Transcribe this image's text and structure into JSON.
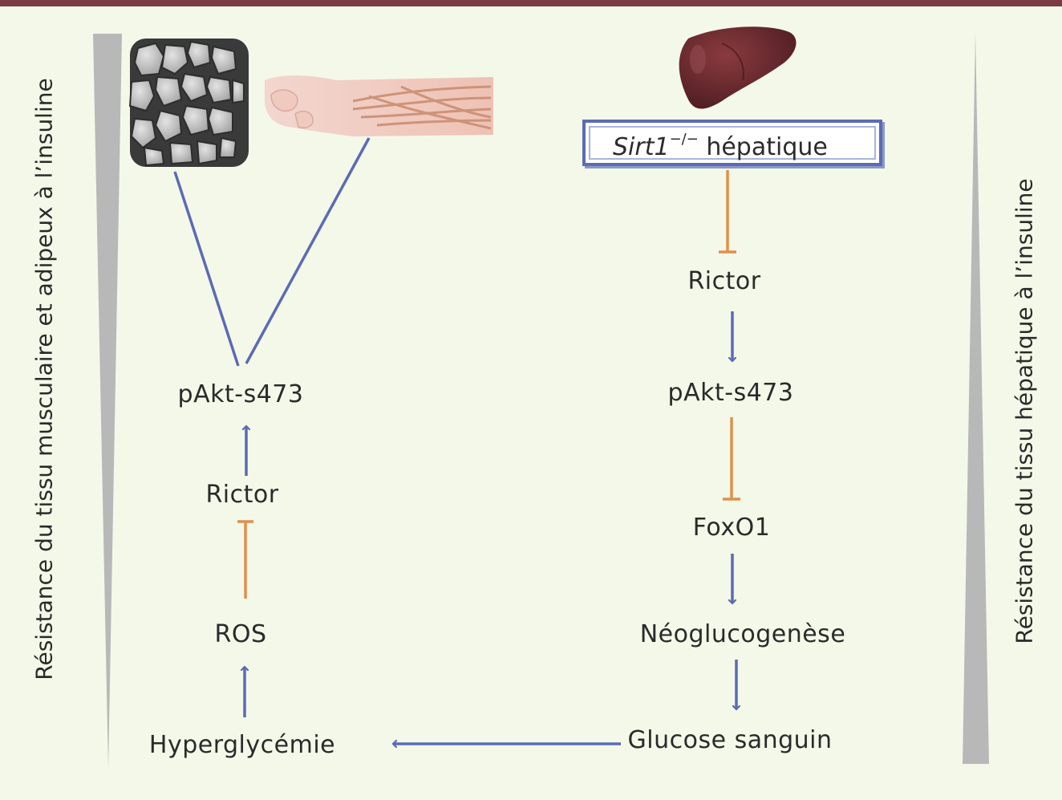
{
  "colors": {
    "background": "#f4f8e9",
    "top_bar": "#7a3b44",
    "activation_arrow": "#5b6bb5",
    "inhibition_line": "#e0904a",
    "gradient_wedge": "#b8b8b8"
  },
  "left_axis_label": "Résistance du tissu musculaire et adipeux à l’insuline",
  "right_axis_label": "Résistance du tissu hépatique à l’insuline",
  "left_pathway": {
    "pakt": "pAkt-s473",
    "rictor": "Rictor",
    "ros": "ROS",
    "hyperglycemia": "Hyperglycémie"
  },
  "right_pathway": {
    "sirt1_gene": "Sirt1",
    "sirt1_superscript": "−/−",
    "sirt1_suffix": " hépatique",
    "rictor": "Rictor",
    "pakt": "pAkt-s473",
    "foxo1": "FoxO1",
    "neoglucogenesis": "Néoglucogenèse",
    "blood_glucose": "Glucose sanguin"
  },
  "icons": {
    "adipose": "adipose-tissue-icon",
    "muscle": "forearm-muscle-icon",
    "liver": "liver-icon"
  }
}
